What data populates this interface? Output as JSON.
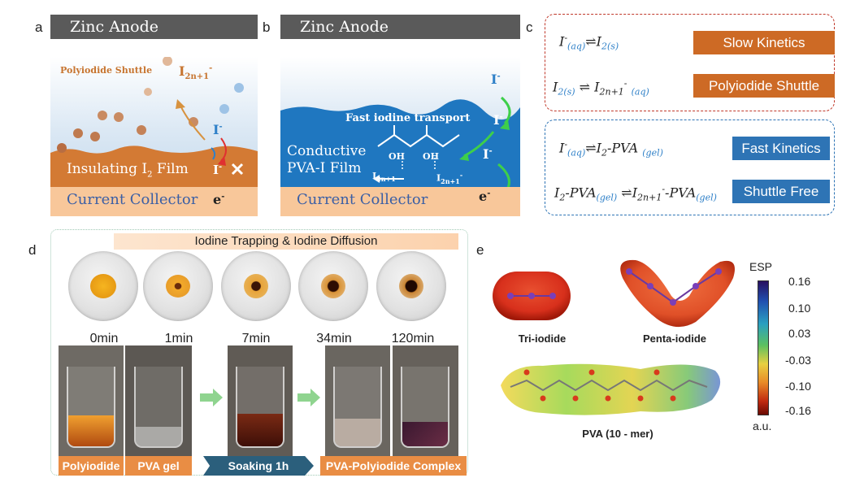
{
  "panels": {
    "a": "a",
    "b": "b",
    "c": "c",
    "d": "d",
    "e": "e"
  },
  "panel_a": {
    "anode": "Zinc Anode",
    "shuttle": "Polyiodide Shuttle",
    "species": "I",
    "species_sub": "2n+1",
    "species_sup": "-",
    "iodide": "I",
    "iodide_sup": "-",
    "film_pre": "Insulating I",
    "film_sub": "2",
    "film_post": " Film",
    "film_iodide": "I",
    "film_iodide_sup": "-",
    "collector": "Current Collector",
    "electron": "e",
    "electron_sup": "-",
    "colors": {
      "film": "#d37a34",
      "solution": "#dbe8f4",
      "anode": "#5a5a5a"
    }
  },
  "panel_b": {
    "anode": "Zinc Anode",
    "transport": "Fast iodine transport",
    "film_line1": "Conductive",
    "film_line2": "PVA-I Film",
    "oh": "OH",
    "i_label": "I",
    "i_sub": "2n+1",
    "i_sup": "-",
    "iodide": "I",
    "iodide_sup": "-",
    "collector": "Current Collector",
    "electron": "e",
    "electron_sup": "-",
    "colors": {
      "film": "#1f77c0",
      "arrow": "#3ecf4a"
    }
  },
  "panel_c": {
    "eq1": {
      "a": "I",
      "a_sup": "-",
      "a_sub": "(aq)",
      "arrow": "⇌",
      "b": "I",
      "b_sub": "2(s)"
    },
    "eq2": {
      "a": "I",
      "a_sub": "2(s)",
      "arrow": "⇌",
      "b": "I",
      "b_sub": "2n+1",
      "b_sup": "-",
      "b_sub2": "(aq)"
    },
    "eq3": {
      "a": "I",
      "a_sup": "-",
      "a_sub": "(aq)",
      "arrow": "⇌",
      "b": "I",
      "b_sub": "2",
      "b_post": "-PVA",
      "b_sub2": "(gel)"
    },
    "eq4": {
      "a": "I",
      "a_sub": "2",
      "a_post": "-PVA",
      "a_sub2": "(gel)",
      "arrow": "⇌",
      "b": "I",
      "b_sub": "2n+1",
      "b_sup": "-",
      "b_post": "-PVA",
      "b_sub2": "(gel)"
    },
    "tags": [
      "Slow Kinetics",
      "Polyiodide Shuttle",
      "Fast Kinetics",
      "Shuttle Free"
    ],
    "colors": {
      "top_border": "#c0392b",
      "bottom_border": "#2e74b5",
      "orange": "#cd6a25",
      "blue": "#2e74b5"
    }
  },
  "panel_d": {
    "title": "Iodine Trapping & Iodine Diffusion",
    "times": [
      "0min",
      "1min",
      "7min",
      "34min",
      "120min"
    ],
    "captions": [
      "Polyiodide",
      "PVA gel",
      "Soaking 1h",
      "PVA-Polyiodide Complex"
    ],
    "colors": {
      "banner": "#fcd7b6",
      "caption": "#e98d44",
      "soaking": "#2b5f7c",
      "arrow": "#8fd48f"
    }
  },
  "panel_e": {
    "molecules": [
      "Tri-iodide",
      "Penta-iodide",
      "PVA (10 - mer)"
    ],
    "colorbar_title": "ESP",
    "colorbar_unit": "a.u.",
    "ticks": [
      "0.16",
      "0.10",
      "0.03",
      "-0.03",
      "-0.10",
      "-0.16"
    ]
  }
}
